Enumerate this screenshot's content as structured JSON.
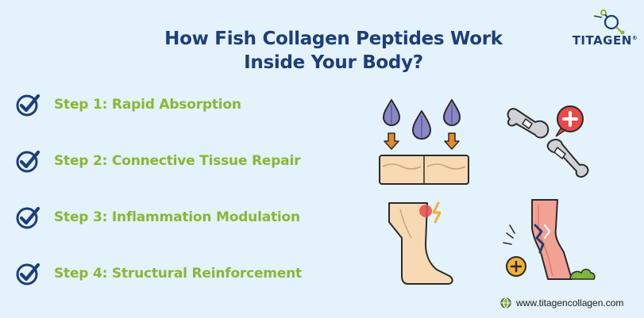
{
  "title_line1": "How Fish Collagen Peptides Work",
  "title_line2": "Inside Your Body?",
  "brand": {
    "name": "TITAGEN",
    "registered": "®"
  },
  "steps": [
    {
      "label": "Step 1: Rapid Absorption"
    },
    {
      "label": "Step 2: Connective Tissue Repair"
    },
    {
      "label": "Step 3: Inflammation Modulation"
    },
    {
      "label": "Step 4: Structural Reinforcement"
    }
  ],
  "website": "www.titagencollagen.com",
  "colors": {
    "background": "#e4f2fb",
    "title": "#1d3e79",
    "step_text": "#8ab636",
    "check": "#1d3e79",
    "droplet": "#8a86c8",
    "arrow": "#e88a2a",
    "skin": "#f7d9b3",
    "joint_pain": "#e84a4a",
    "bone": "#cfd3d8",
    "muscle": "#f2a294",
    "plus_badge": "#f2b134",
    "grass": "#7db83a"
  },
  "icons": {
    "check": "check-circle-icon",
    "absorption": "droplets-into-skin-icon",
    "joint": "joint-bones-repair-icon",
    "inflammation": "leg-pain-icon",
    "structure": "knee-fracture-icon",
    "website": "globe-icon",
    "logo": "molecule-logo-icon"
  }
}
